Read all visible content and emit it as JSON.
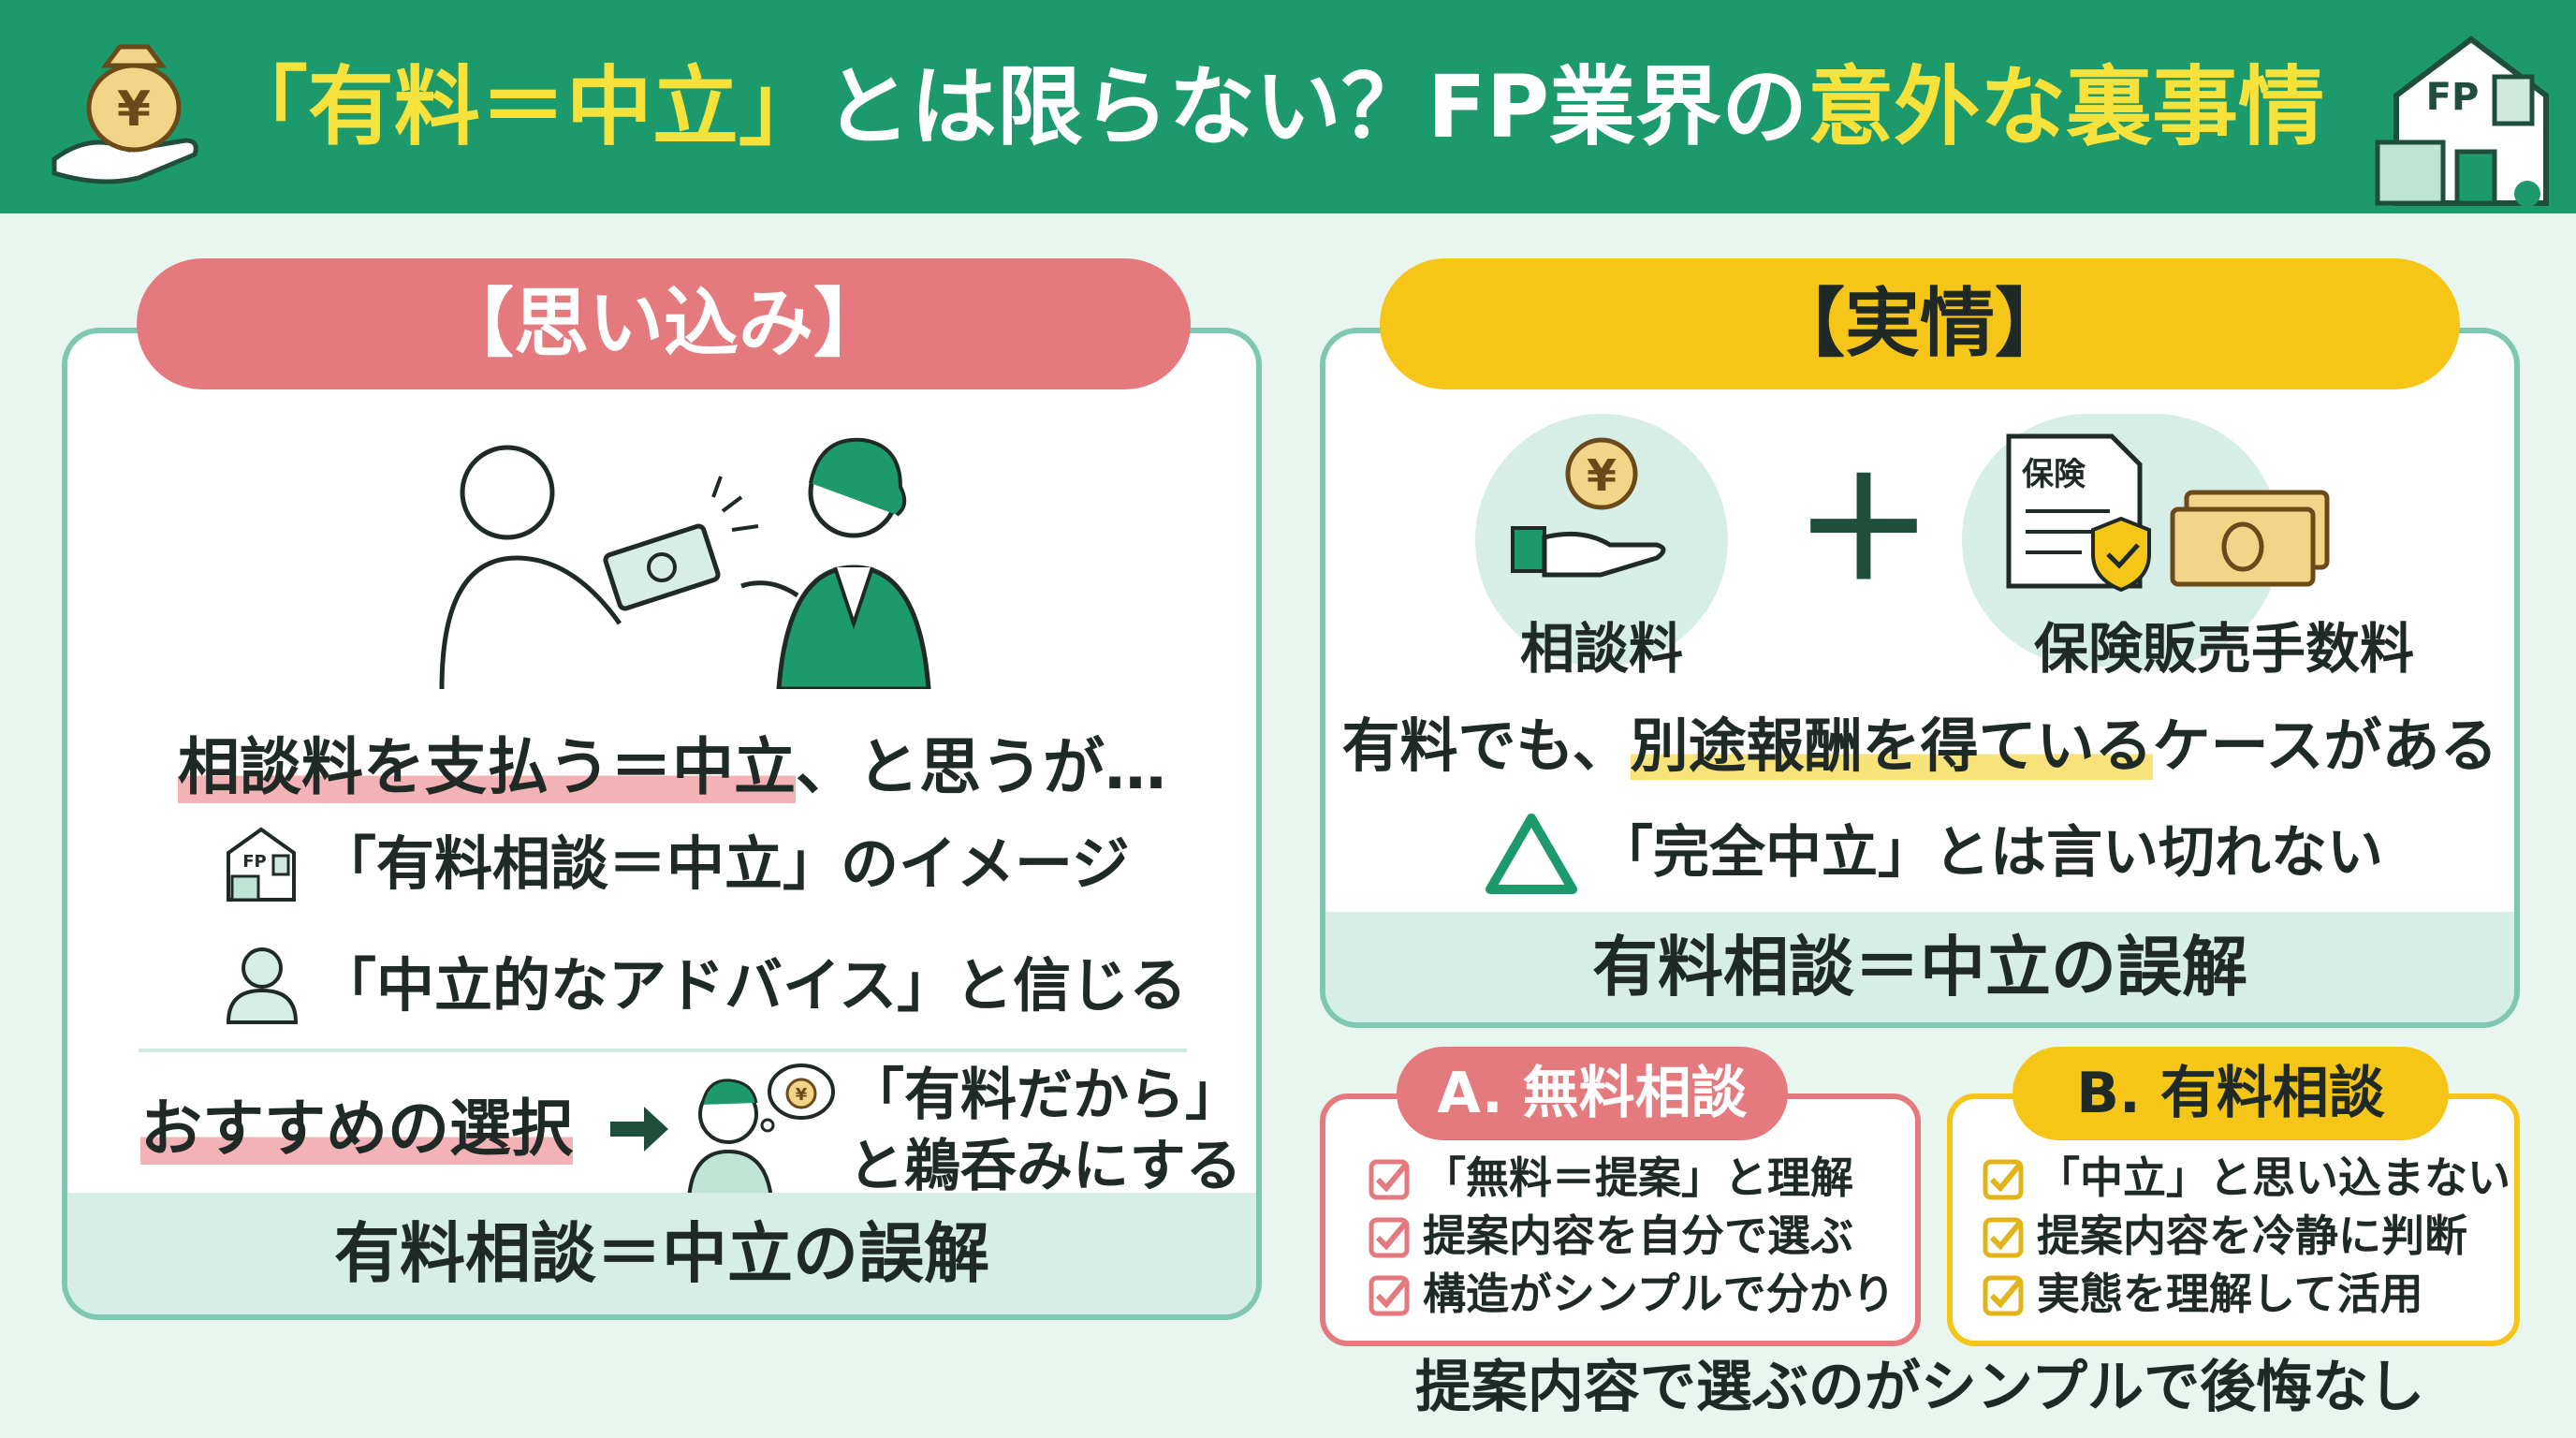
{
  "header": {
    "title_part1": "「有料＝中立」",
    "title_part2": "とは限らない？FP業界の",
    "title_part3": "意外な裏事情",
    "left_icon": "money-bag-hand-icon",
    "right_icon": "fp-house-icon",
    "house_label": "FP"
  },
  "colors": {
    "header_bg": "#1d9a6c",
    "title_highlight": "#f7e23b",
    "misconception": "#e57a7e",
    "reality": "#f5c518",
    "panel_border": "#7ec8b3",
    "panel_footer": "#d6eee6",
    "background": "#e9f5ef"
  },
  "left": {
    "heading": "【思い込み】",
    "illustration": "client-paying-fp-icon",
    "main_text_underlined": "相談料を支払う＝中立",
    "main_text_rest": "、と思うが…",
    "bullets": [
      {
        "icon": "fp-office-icon",
        "label": "FP",
        "text": "「有料相談＝中立」のイメージ"
      },
      {
        "icon": "person-icon",
        "text": "「中立的なアドバイス」と信じる"
      }
    ],
    "recommend": "おすすめの選択",
    "recommend_result_line1": "「有料だから」",
    "recommend_result_line2": "と鵜呑みにする",
    "footer": "有料相談＝中立の誤解"
  },
  "right": {
    "heading": "【実情】",
    "fee_label": "相談料",
    "commission_label": "保険販売手数料",
    "document_label": "保険",
    "yen_symbol": "¥",
    "plus": "＋",
    "main_text_part1": "有料でも、",
    "main_text_underlined": "別途報酬を得ている",
    "main_text_part2": "ケースがある",
    "note": "「完全中立」とは言い切れない",
    "footer": "有料相談＝中立の誤解"
  },
  "cards": [
    {
      "title": "A. 無料相談",
      "items": [
        "「無料＝提案」と理解",
        "提案内容を自分で選ぶ",
        "構造がシンプルで分かり"
      ]
    },
    {
      "title": "B. 有料相談",
      "items": [
        "「中立」と思い込まない",
        "提案内容を冷静に判断",
        "実態を理解して活用"
      ]
    }
  ],
  "bottom_message": "提案内容で選ぶのがシンプルで後悔なし"
}
